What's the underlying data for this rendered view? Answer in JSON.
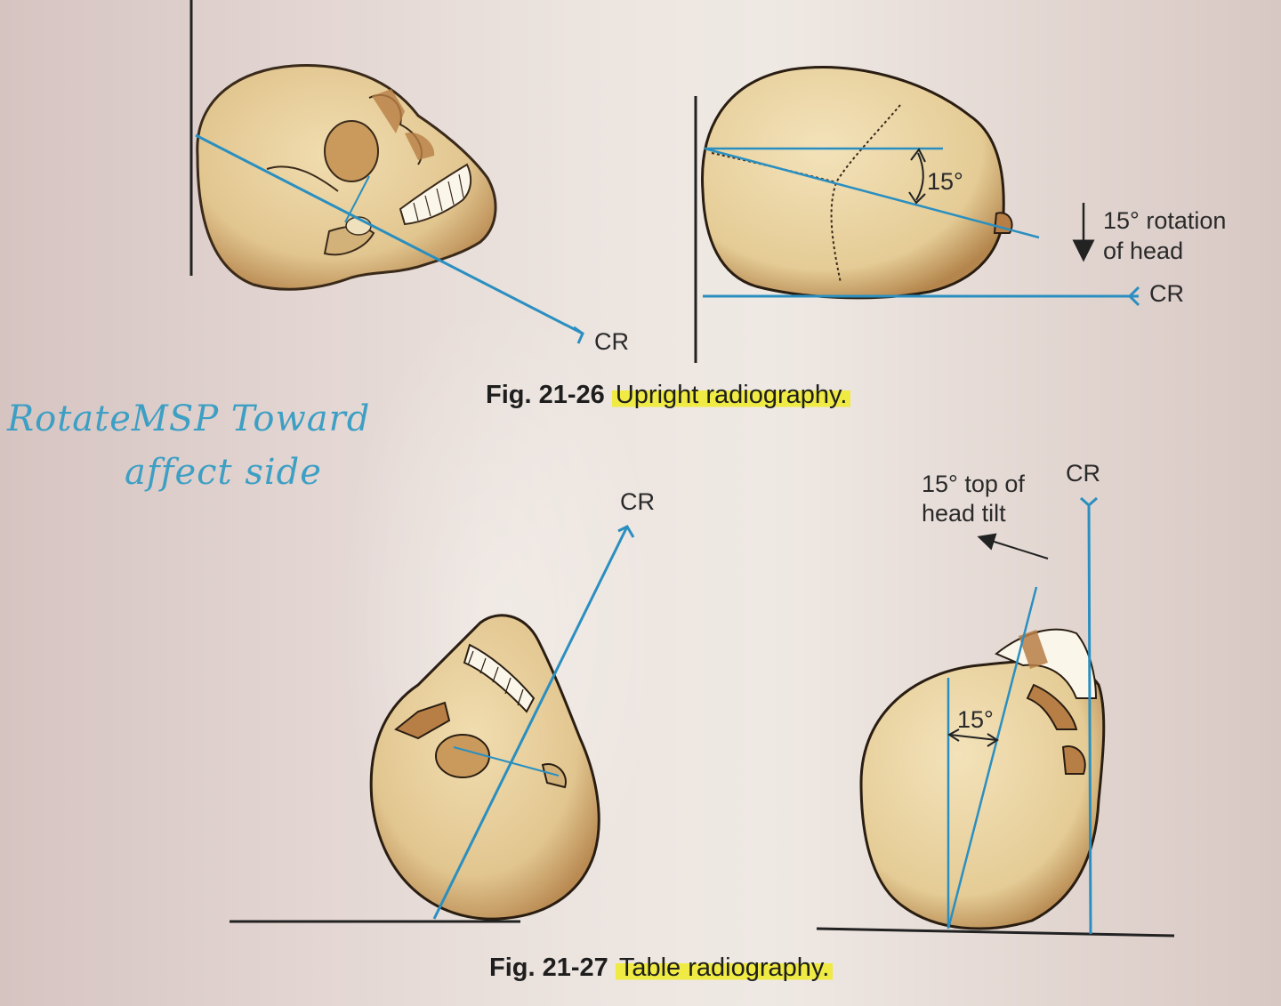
{
  "fig1": {
    "number": "Fig. 21-26",
    "title": "Upright radiography.",
    "left_cr": "CR",
    "right_cr": "CR",
    "angle": "15°",
    "rotation_line1": "15° rotation",
    "rotation_line2": "of head"
  },
  "fig2": {
    "number": "Fig. 21-27",
    "title": "Table radiography.",
    "left_cr": "CR",
    "right_cr": "CR",
    "angle": "15°",
    "tilt_line1": "15° top of",
    "tilt_line2": "head tilt"
  },
  "handwritten_note": {
    "line1": "RotateMSP Toward",
    "line2": "affect side"
  },
  "colors": {
    "cr_line": "#2a8fc0",
    "bone": "#e6cf9c",
    "bone_shade": "#b9894e",
    "highlight": "#f0eb28",
    "ink": "#3d9fc4"
  }
}
